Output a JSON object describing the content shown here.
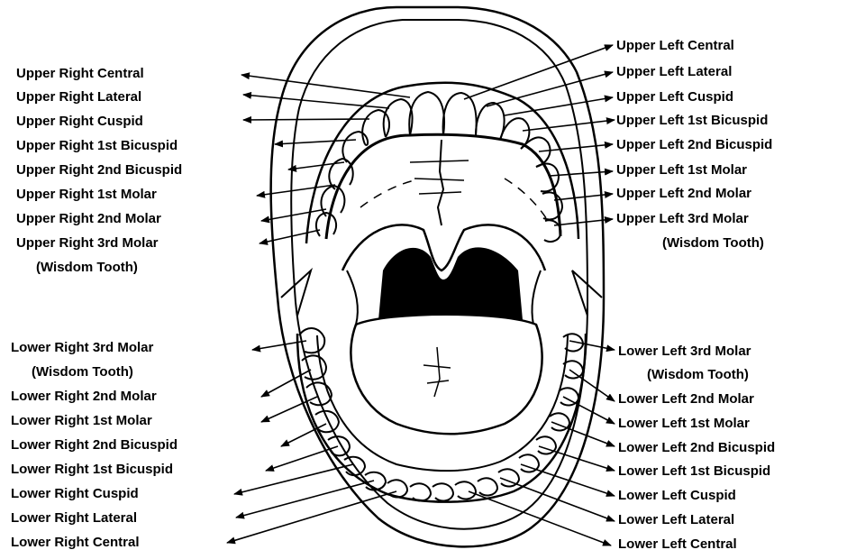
{
  "diagram": {
    "line_color": "#000000",
    "fill_dark": "#000000",
    "background": "#ffffff",
    "wisdom_note": "(Wisdom Tooth)",
    "upper_right": [
      "Upper Right Central",
      "Upper Right Lateral",
      "Upper Right Cuspid",
      "Upper Right 1st Bicuspid",
      "Upper Right 2nd Bicuspid",
      "Upper Right 1st Molar",
      "Upper Right 2nd Molar",
      "Upper Right 3rd Molar"
    ],
    "upper_left": [
      "Upper Left Central",
      "Upper Left Lateral",
      "Upper Left Cuspid",
      "Upper Left 1st Bicuspid",
      "Upper Left 2nd Bicuspid",
      "Upper Left 1st Molar",
      "Upper Left 2nd Molar",
      "Upper Left 3rd Molar"
    ],
    "lower_right": [
      "Lower Right 3rd Molar",
      "Lower Right 2nd Molar",
      "Lower Right 1st Molar",
      "Lower Right 2nd Bicuspid",
      "Lower Right 1st Bicuspid",
      "Lower Right Cuspid",
      "Lower Right Lateral",
      "Lower Right Central"
    ],
    "lower_left": [
      "Lower Left 3rd Molar",
      "Lower Left 2nd Molar",
      "Lower Left 1st Molar",
      "Lower Left 2nd Bicuspid",
      "Lower Left 1st Bicuspid",
      "Lower Left Cuspid",
      "Lower Left Lateral",
      "Lower Left Central"
    ]
  }
}
